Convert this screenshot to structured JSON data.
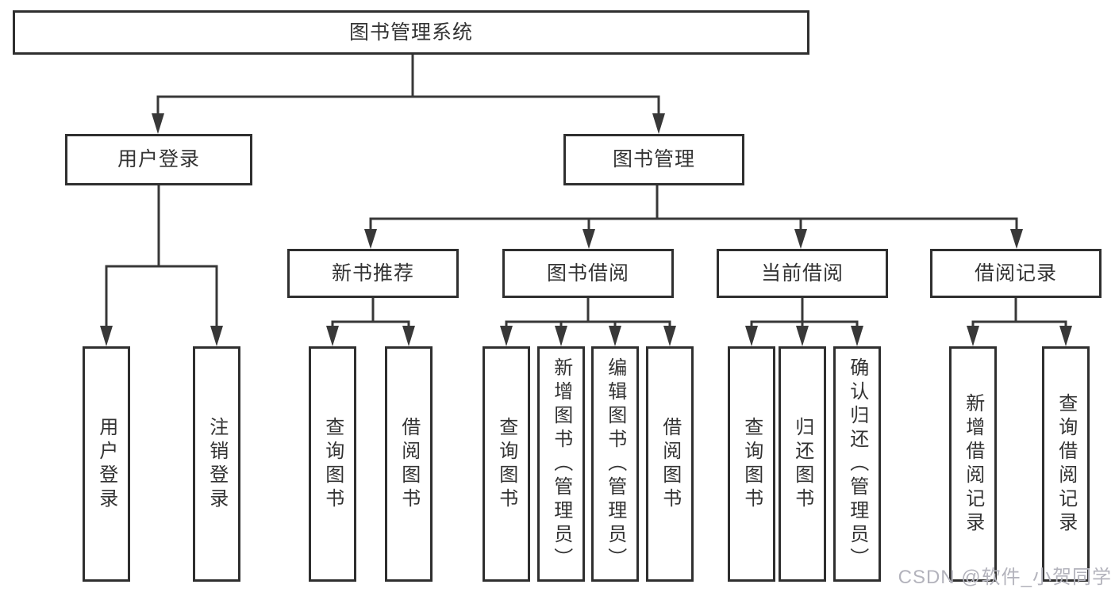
{
  "diagram": {
    "title": "图书管理系统",
    "tree": {
      "root": {
        "label": "图书管理系统",
        "children": [
          {
            "label": "用户登录",
            "children": [
              {
                "label": "用户登录"
              },
              {
                "label": "注销登录"
              }
            ]
          },
          {
            "label": "图书管理",
            "children": [
              {
                "label": "新书推荐",
                "children": [
                  {
                    "label": "查询图书"
                  },
                  {
                    "label": "借阅图书"
                  }
                ]
              },
              {
                "label": "图书借阅",
                "children": [
                  {
                    "label": "查询图书"
                  },
                  {
                    "label": "新增图书（管理员）"
                  },
                  {
                    "label": "编辑图书（管理员）"
                  },
                  {
                    "label": "借阅图书"
                  }
                ]
              },
              {
                "label": "当前借阅",
                "children": [
                  {
                    "label": "查询图书"
                  },
                  {
                    "label": "归还图书"
                  },
                  {
                    "label": "确认归还（管理员）"
                  }
                ]
              },
              {
                "label": "借阅记录",
                "children": [
                  {
                    "label": "新增借阅记录"
                  },
                  {
                    "label": "查询借阅记录"
                  }
                ]
              }
            ]
          }
        ]
      }
    },
    "colors": {
      "background": "#ffffff",
      "line": "#383838",
      "box_border": "#2f2f2f",
      "text": "#333333",
      "watermark": "#b3b3bc"
    }
  },
  "watermark": {
    "text": "CSDN @软件_小贺同学"
  }
}
